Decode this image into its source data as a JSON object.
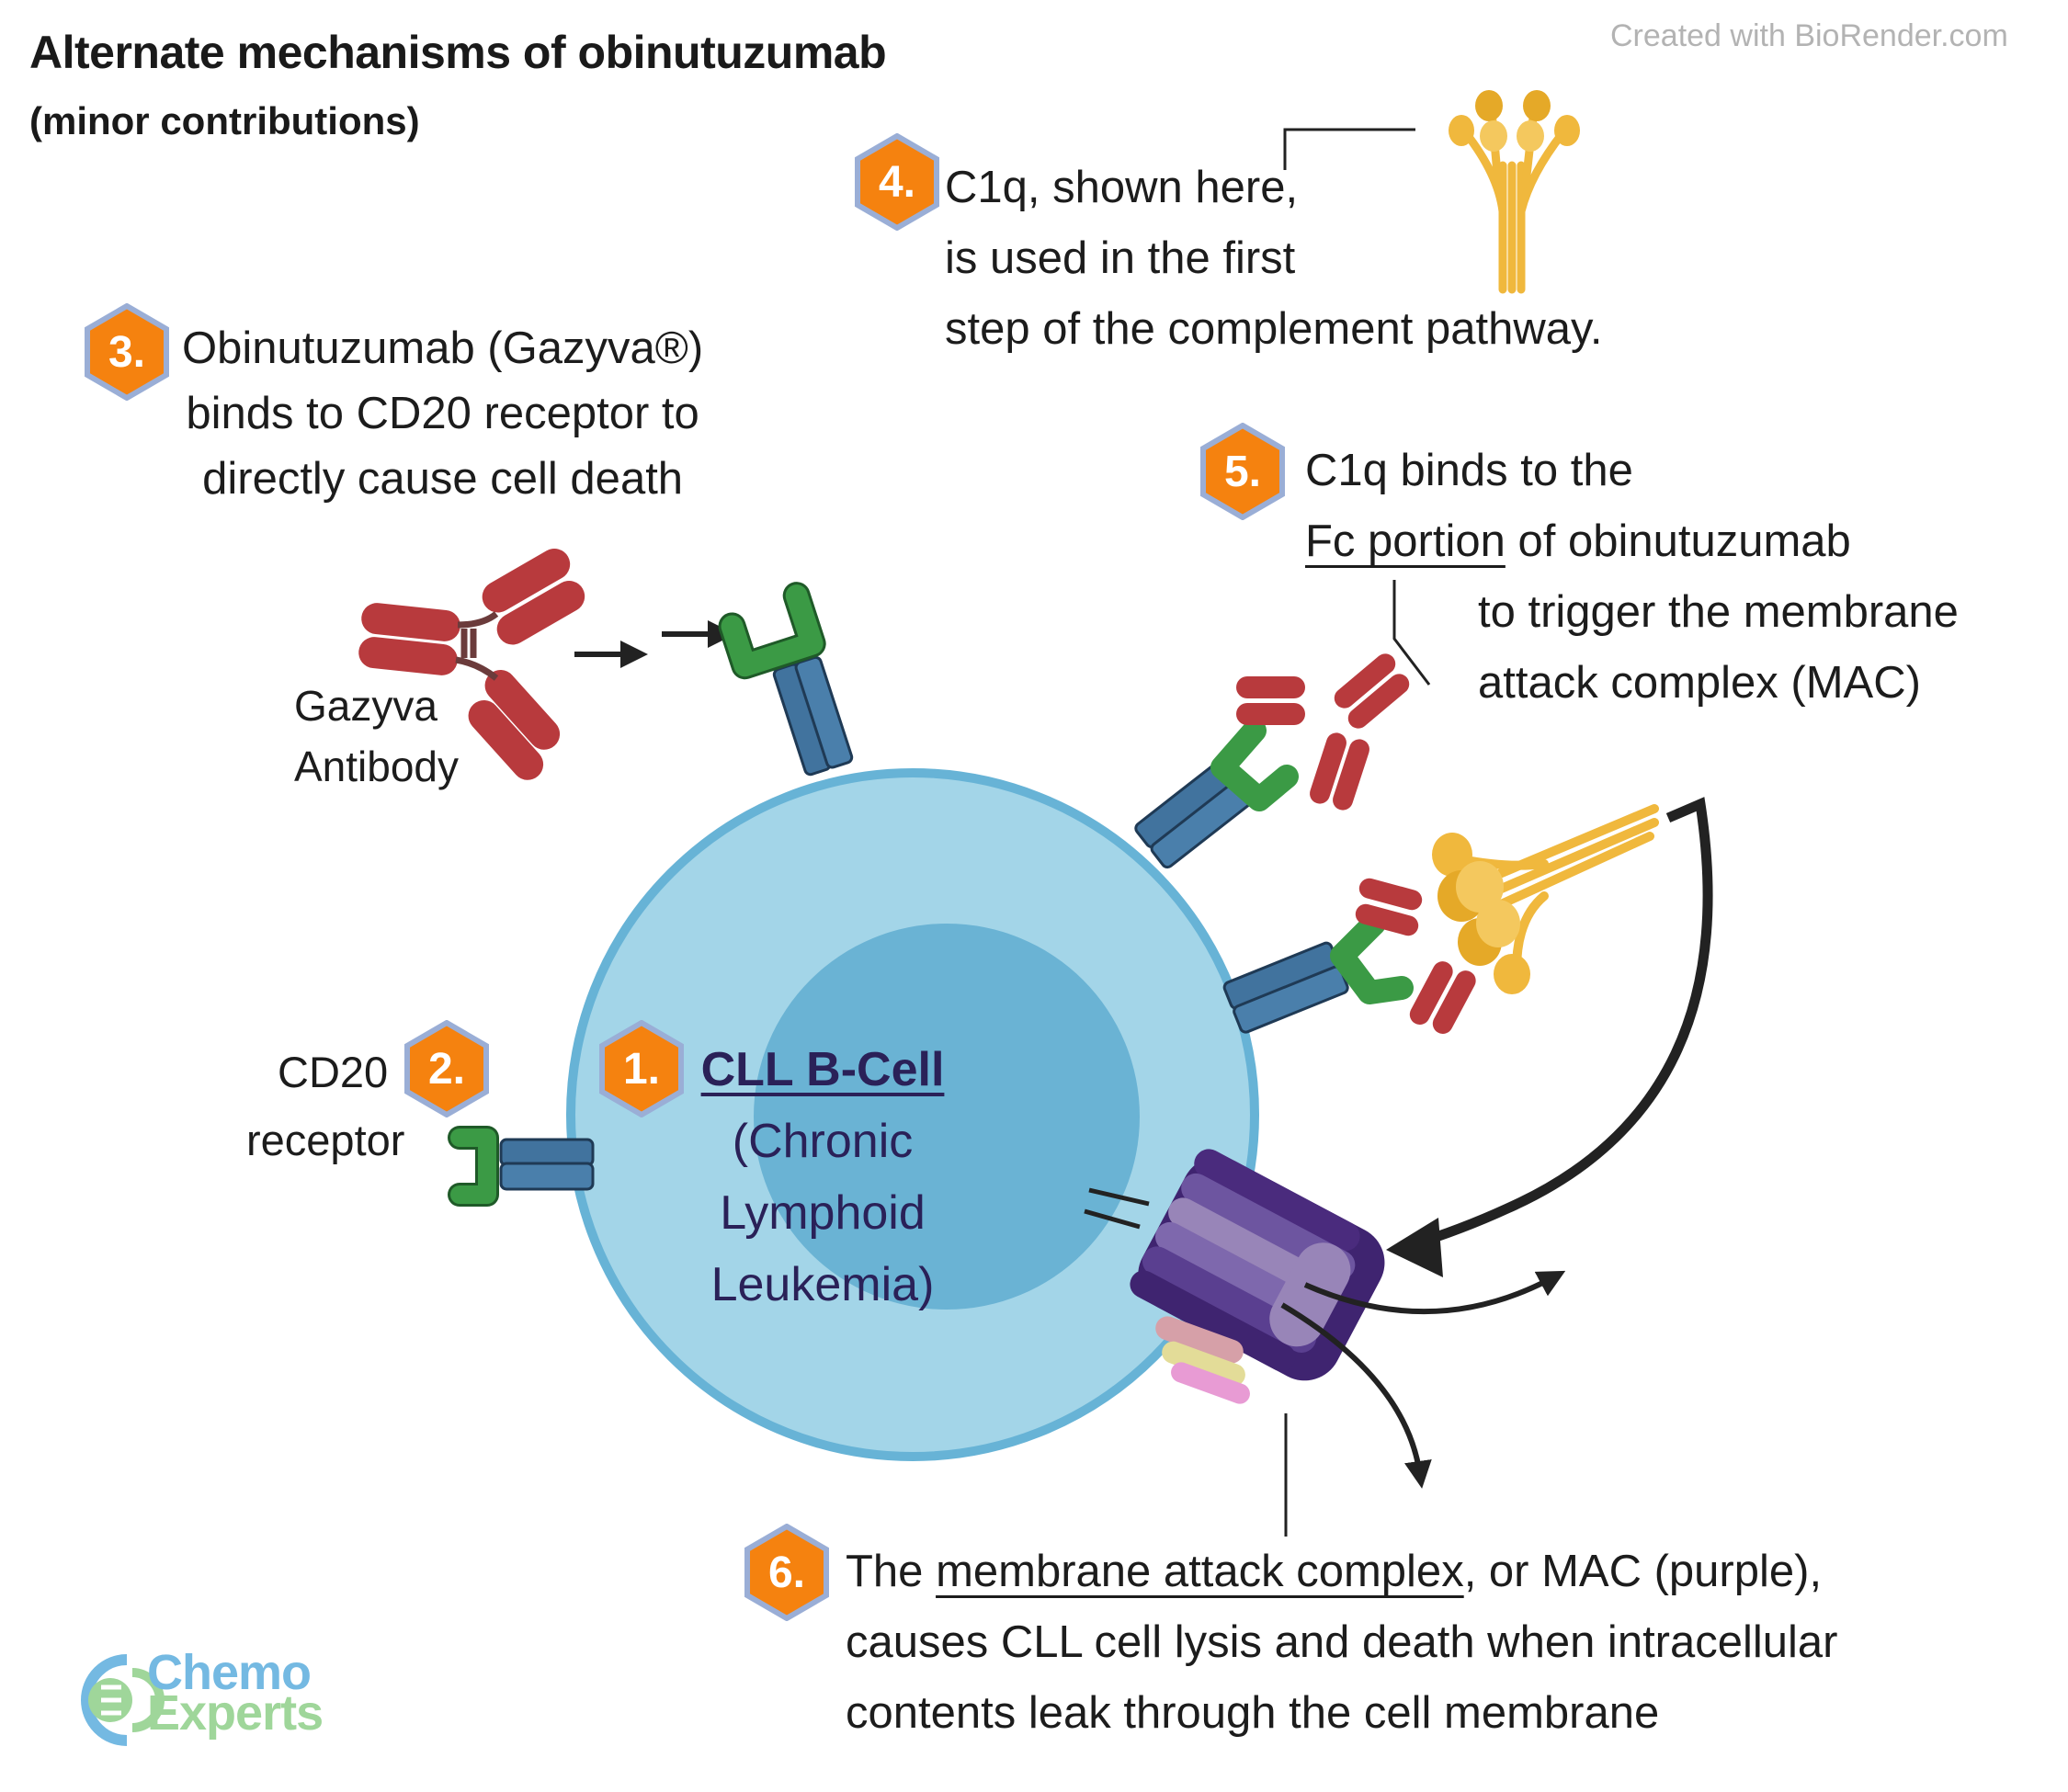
{
  "header": {
    "title": "Alternate mechanisms of obinutuzumab",
    "subtitle": "(minor contributions)",
    "watermark": "Created with BioRender.com"
  },
  "colors": {
    "badge_fill": "#f5820f",
    "badge_border": "#9aaed6",
    "cell_outer": "#a3d5e8",
    "cell_border": "#67b3d6",
    "nucleus": "#6ab3d4",
    "receptor_blue": "#41739e",
    "receptor_green": "#3b9a45",
    "antibody_red": "#b83a3d",
    "c1q_yellow": "#f0b83d",
    "mac_purple": "#4a2b7d",
    "cell_text": "#2a2158"
  },
  "steps": [
    {
      "number": "1.",
      "heading": "CLL B-Cell",
      "lines": [
        "(Chronic",
        "Lymphoid",
        "Leukemia)"
      ]
    },
    {
      "number": "2.",
      "label_line1": "CD20",
      "label_line2": "receptor"
    },
    {
      "number": "3.",
      "lines": [
        "Obinutuzumab (Gazyva®)",
        "binds to CD20 receptor to",
        "directly cause cell death"
      ]
    },
    {
      "number": "4.",
      "lines": [
        "C1q, shown here,",
        "is used in the first",
        "step of the complement pathway."
      ]
    },
    {
      "number": "5.",
      "line1": "C1q  binds to the",
      "line2_underlined": "Fc portion",
      "line2_rest": " of obinutuzumab",
      "line3": "to trigger the membrane",
      "line4": "attack complex (MAC)"
    },
    {
      "number": "6.",
      "line1_pre": "The ",
      "line1_underlined": "membrane attack complex",
      "line1_post": ", or MAC (purple),",
      "line2": "causes CLL cell lysis and death when intracellular",
      "line3": "contents leak through the cell membrane"
    }
  ],
  "antibody_label": {
    "line1": "Gazyva",
    "line2": "Antibody"
  },
  "logo": {
    "line1": "Chemo",
    "line2": "Experts"
  }
}
